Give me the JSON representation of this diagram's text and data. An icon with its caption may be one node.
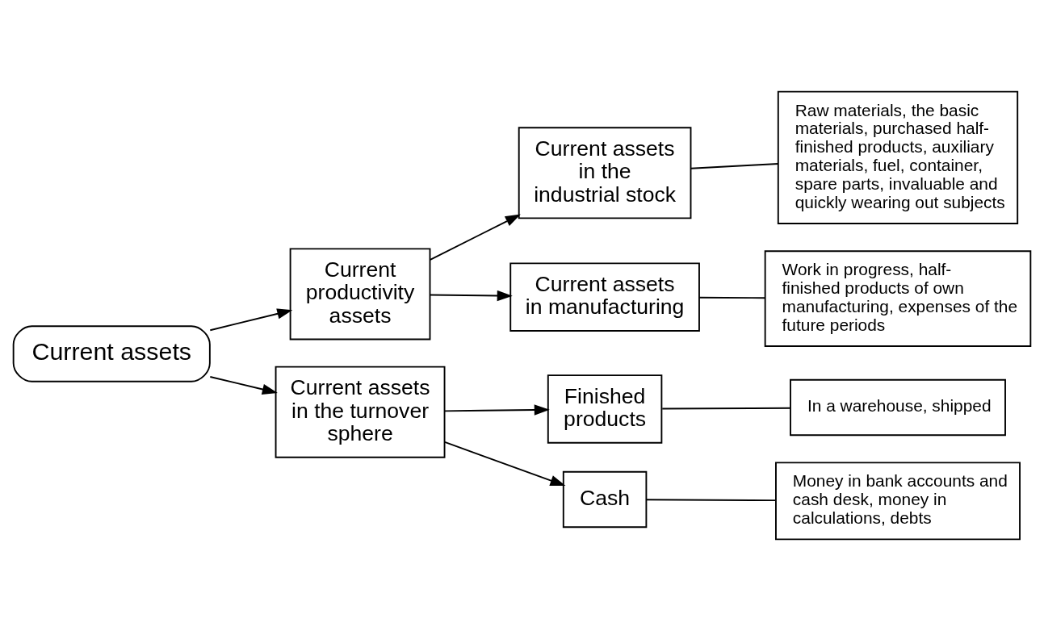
{
  "diagram": {
    "nodes": [
      {
        "text": [
          "Current assets"
        ]
      },
      {
        "text": [
          "Current productivity assets"
        ]
      },
      {
        "text": [
          "Current assets in the turnover sphere"
        ]
      },
      {
        "text": [
          "Current assets in the industrial stock"
        ]
      },
      {
        "text": [
          "Current assets in manufacturing"
        ]
      },
      {
        "text": [
          "Finished products"
        ]
      },
      {
        "text": [
          "Cash"
        ]
      },
      {
        "text": [
          "Raw materials, the basic materials, purchased half-finished products, auxiliary materials, fuel, container, spare parts, invaluable and quickly wearing out subjects"
        ]
      },
      {
        "text": [
          "Work in progress, half-finished products of own manufacturing, expenses of the future periods"
        ]
      },
      {
        "text": [
          "In a warehouse, shipped"
        ]
      },
      {
        "text": [
          "Money in bank accounts and cash desk, money in calculations, debts"
        ]
      }
    ],
    "edges": [
      {
        "from": 0,
        "to": 1,
        "arrow": "to"
      },
      {
        "from": 0,
        "to": 2,
        "arrow": "to"
      },
      {
        "from": 1,
        "to": 3,
        "arrow": "to"
      },
      {
        "from": 1,
        "to": 4,
        "arrow": "to"
      },
      {
        "from": 2,
        "to": 5,
        "arrow": "to"
      },
      {
        "from": 2,
        "to": 6,
        "arrow": "to"
      },
      {
        "from": 3,
        "to": 7,
        "arrow": "none"
      },
      {
        "from": 4,
        "to": 8,
        "arrow": "none"
      },
      {
        "from": 5,
        "to": 9,
        "arrow": "none"
      },
      {
        "from": 6,
        "to": 10,
        "arrow": "none"
      }
    ]
  }
}
